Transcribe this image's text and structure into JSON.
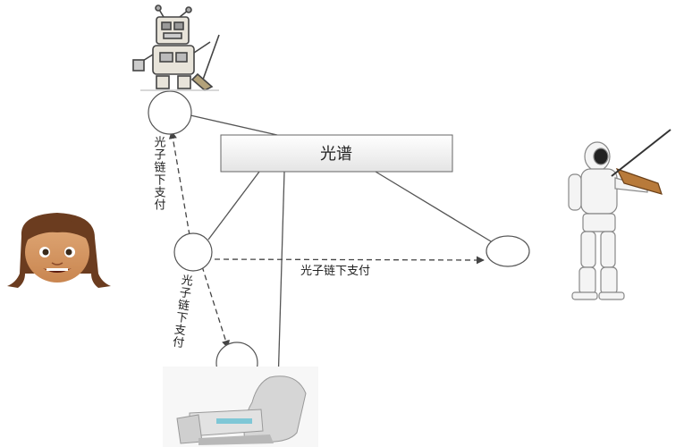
{
  "spectrum": {
    "label": "光谱"
  },
  "payments": {
    "to_robot_label": "光子链下支付",
    "to_violinist_label": "光子链下支付",
    "to_chair_label": "光子链下支付"
  },
  "icons": {
    "robot": "cleaning-robot-icon",
    "girl": "girl-face-icon",
    "violinist": "violinist-robot-icon",
    "chair": "massage-chair-icon"
  },
  "colors": {
    "node_stroke": "#555555",
    "edge": "#444444",
    "box_fill_top": "#ffffff",
    "box_fill_bottom": "#e6e6e6"
  }
}
